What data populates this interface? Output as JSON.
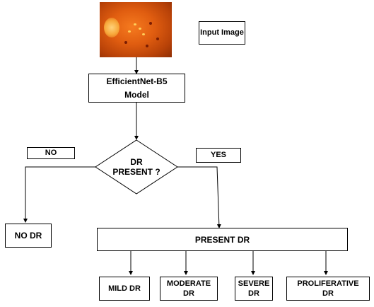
{
  "input_image": {
    "label": "Input Image",
    "description": "retinal-fundus-photo"
  },
  "model": {
    "line1": "EfficientNet-B5",
    "line2": "Model"
  },
  "decision": {
    "line1": "DR",
    "line2": "PRESENT ?"
  },
  "no_label": "NO",
  "yes_label": "YES",
  "no_dr": "NO DR",
  "present_dr": "PRESENT  DR",
  "grades": {
    "mild": "MILD DR",
    "moderate_line1": "MODERATE",
    "moderate_line2": "DR",
    "severe_line1": "SEVERE",
    "severe_line2": "DR",
    "proliferative_line1": "PROLIFERATIVE",
    "proliferative_line2": "DR"
  },
  "colors": {
    "line": "#000000",
    "fundus": "#e05d10"
  }
}
